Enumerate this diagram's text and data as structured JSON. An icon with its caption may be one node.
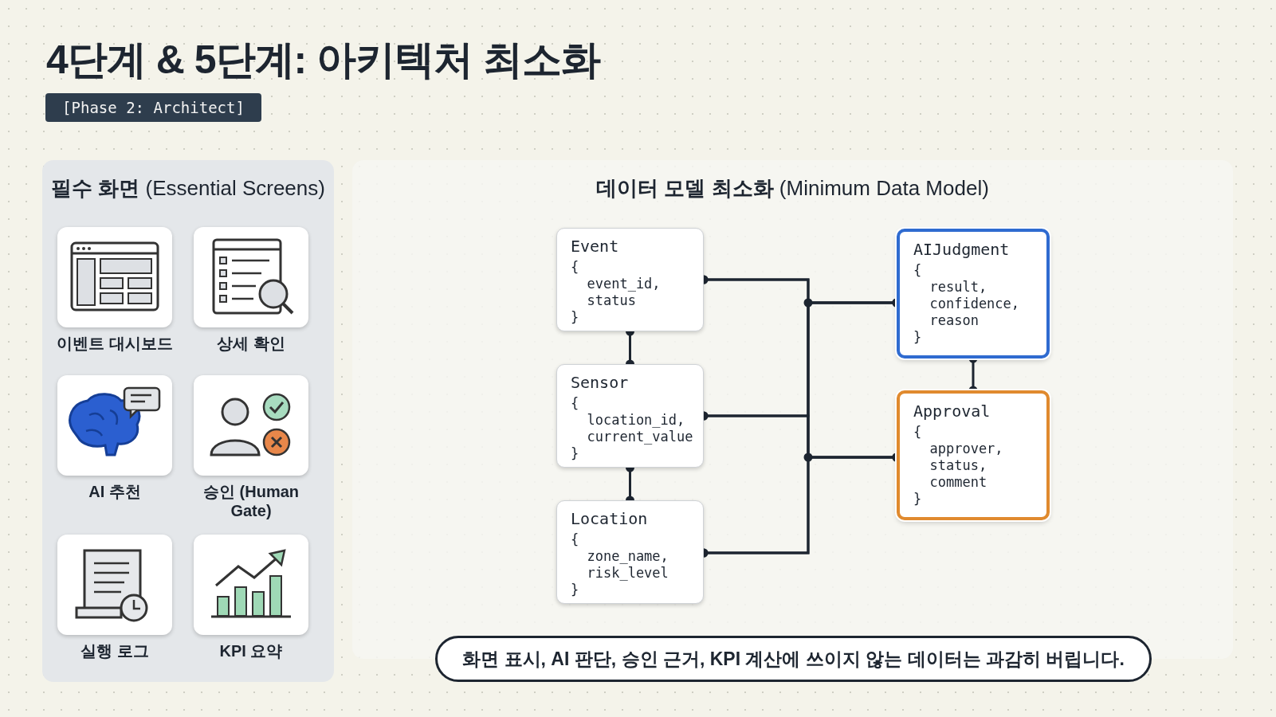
{
  "diagram": {
    "title": "4단계 & 5단계: 아키텍처 최소화",
    "nodes": [
      {
        "text": [
          "[Phase 2: Architect]"
        ]
      },
      {
        "text": [
          "**필수 화면** (Essential Screens)"
        ]
      },
      {
        "text": [
          "이벤트 대시보드"
        ],
        "in": 1
      },
      {
        "text": [
          "상세 확인"
        ],
        "in": 1
      },
      {
        "text": [
          "AI 추천"
        ],
        "in": 1
      },
      {
        "text": [
          "승인 (Human Gate)"
        ],
        "in": 1
      },
      {
        "text": [
          "실행 로그"
        ],
        "in": 1
      },
      {
        "text": [
          "KPI 요약"
        ],
        "in": 1
      },
      {
        "text": [
          "**데이터 모델 최소화** (Minimum Data Model)"
        ]
      },
      {
        "text": [
          "Event",
          "{ event_id, status }"
        ],
        "in": 8
      },
      {
        "text": [
          "Sensor",
          "{ location_id, current_value }"
        ],
        "in": 8
      },
      {
        "text": [
          "Location",
          "{ zone_name, risk_level }"
        ],
        "in": 8
      },
      {
        "text": [
          "AIJudgment",
          "{ result, confidence, reason }"
        ],
        "in": 8
      },
      {
        "text": [
          "Approval",
          "{ approver, status, comment }"
        ],
        "in": 8
      },
      {
        "text": [
          "화면 표시, AI 판단, 승인 근거, KPI 계산에 쓰이지 않는 데이터는 과감히 버립니다."
        ]
      }
    ],
    "edges": [
      {
        "from": 9,
        "to": 10,
        "arrow": "other"
      },
      {
        "from": 10,
        "to": 11,
        "arrow": "other"
      },
      {
        "from": 9,
        "to": 12,
        "arrow": "other"
      },
      {
        "from": 10,
        "to": 12,
        "arrow": "other"
      },
      {
        "from": 11,
        "to": 12,
        "arrow": "other"
      },
      {
        "from": 9,
        "to": 13,
        "arrow": "other"
      },
      {
        "from": 10,
        "to": 13,
        "arrow": "other"
      },
      {
        "from": 11,
        "to": 13,
        "arrow": "other"
      },
      {
        "from": 12,
        "to": 13,
        "arrow": "other"
      }
    ]
  }
}
